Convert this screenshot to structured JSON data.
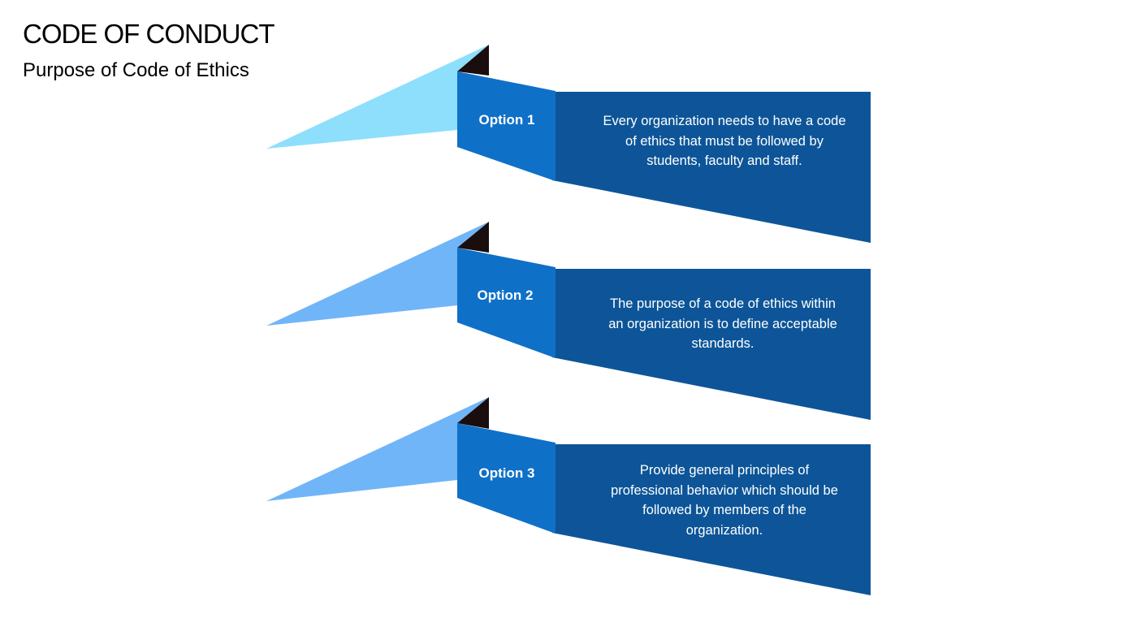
{
  "header": {
    "title": "CODE OF CONDUCT",
    "subtitle": "Purpose of Code of Ethics"
  },
  "colors": {
    "front_panel": "#0f70c8",
    "body_panel": "#0d5598",
    "fold": "#1a0d0d",
    "tail_first": "#8ddffc",
    "tail_other": "#70b5f8",
    "text": "#ffffff"
  },
  "options": [
    {
      "label": "Option 1",
      "text": "Every organization needs to have a code of ethics that must be followed by students, faculty and staff."
    },
    {
      "label": "Option 2",
      "text": "The purpose of a code of ethics within an organization is to define acceptable standards."
    },
    {
      "label": "Option 3",
      "text": "Provide general principles of professional behavior which should be followed by members of the organization."
    }
  ]
}
